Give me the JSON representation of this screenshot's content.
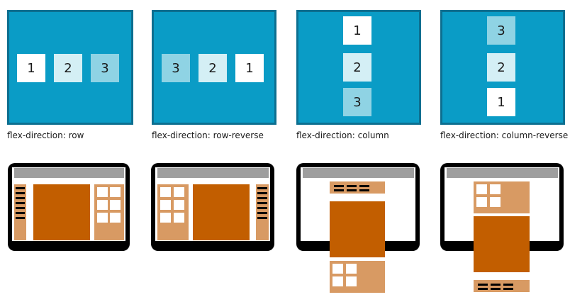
{
  "panels": [
    {
      "caption": "flex-direction: row",
      "items": [
        "1",
        "2",
        "3"
      ]
    },
    {
      "caption": "flex-direction: row-reverse",
      "items": [
        "3",
        "2",
        "1"
      ]
    },
    {
      "caption": "flex-direction: column",
      "items": [
        "1",
        "2",
        "3"
      ]
    },
    {
      "caption": "flex-direction: column-reverse",
      "items": [
        "3",
        "2",
        "1"
      ]
    }
  ],
  "colors": {
    "panel_bg": "#0a9cc6",
    "panel_border": "#0d6f90",
    "item_1": "#ffffff",
    "item_2": "#d4eff5",
    "item_3": "#8fd3e4",
    "monitor_frame": "#000000",
    "header_bar": "#9e9e9e",
    "main_content": "#c25e00",
    "sidebar_light": "#d89a63",
    "menu_dash": "#000000"
  }
}
